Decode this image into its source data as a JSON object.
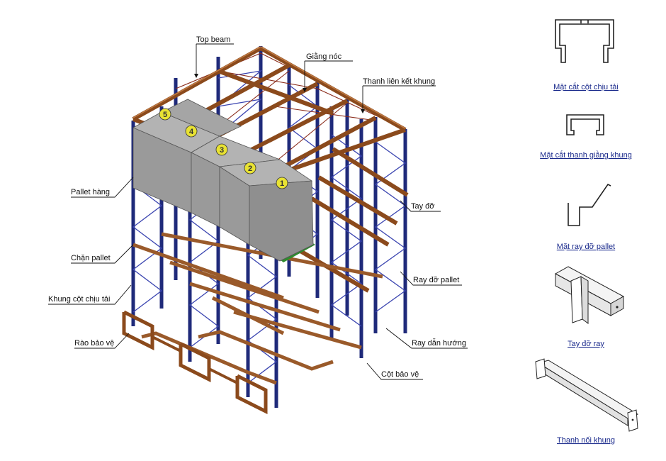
{
  "callouts": {
    "top_beam": "Top beam",
    "giang_noc": "Giằng nóc",
    "thanh_lien_ket": "Thanh liên kết khung",
    "pallet_hang": "Pallet hàng",
    "chan_pallet": "Chặn pallet",
    "khung_cot": "Khung cột chịu tải",
    "rao_bao_ve": "Rào bảo vệ",
    "tay_do": "Tay đỡ",
    "ray_do_pallet": "Ray đỡ pallet",
    "ray_dan_huong": "Ray dẫn hướng",
    "cot_bao_ve": "Cột bảo vệ"
  },
  "pallet_numbers": [
    "1",
    "2",
    "3",
    "4",
    "5"
  ],
  "sections": {
    "cot_chiu_tai": "Mặt cắt cột chịu tải",
    "thanh_giang": "Mặt cắt thanh giằng khung",
    "ray_do": "Mặt ray đỡ pallet",
    "tay_do_ray": "Tay đỡ ray",
    "thanh_noi": "Thanh nối khung"
  },
  "colors": {
    "upright": "#1f2a7a",
    "beam": "#8b4a1c",
    "pallet_load": "#8f8f8f",
    "pallet_base": "#2e8b2e"
  }
}
